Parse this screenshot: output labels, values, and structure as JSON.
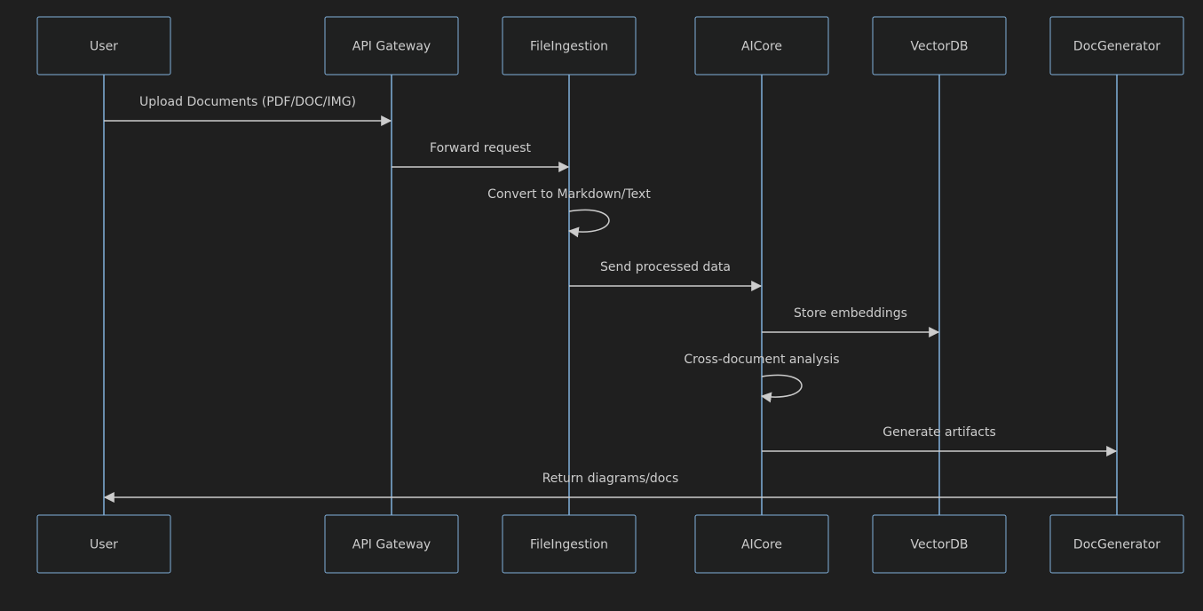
{
  "colors": {
    "background": "#1f1f1f",
    "actor_border": "#81b1db",
    "actor_fill": "#1f2020",
    "text": "#cccccc",
    "message_line": "#cccccc"
  },
  "participants": [
    {
      "id": "user",
      "label": "User"
    },
    {
      "id": "gateway",
      "label": "API Gateway"
    },
    {
      "id": "ingest",
      "label": "FileIngestion"
    },
    {
      "id": "aicore",
      "label": "AICore"
    },
    {
      "id": "vectordb",
      "label": "VectorDB"
    },
    {
      "id": "docgen",
      "label": "DocGenerator"
    }
  ],
  "messages": [
    {
      "from": "user",
      "to": "gateway",
      "label": "Upload Documents (PDF/DOC/IMG)"
    },
    {
      "from": "gateway",
      "to": "ingest",
      "label": "Forward request"
    },
    {
      "from": "ingest",
      "to": "ingest",
      "label": "Convert to Markdown/Text"
    },
    {
      "from": "ingest",
      "to": "aicore",
      "label": "Send processed data"
    },
    {
      "from": "aicore",
      "to": "vectordb",
      "label": "Store embeddings"
    },
    {
      "from": "aicore",
      "to": "aicore",
      "label": "Cross-document analysis"
    },
    {
      "from": "aicore",
      "to": "docgen",
      "label": "Generate artifacts"
    },
    {
      "from": "docgen",
      "to": "user",
      "label": "Return diagrams/docs"
    }
  ]
}
